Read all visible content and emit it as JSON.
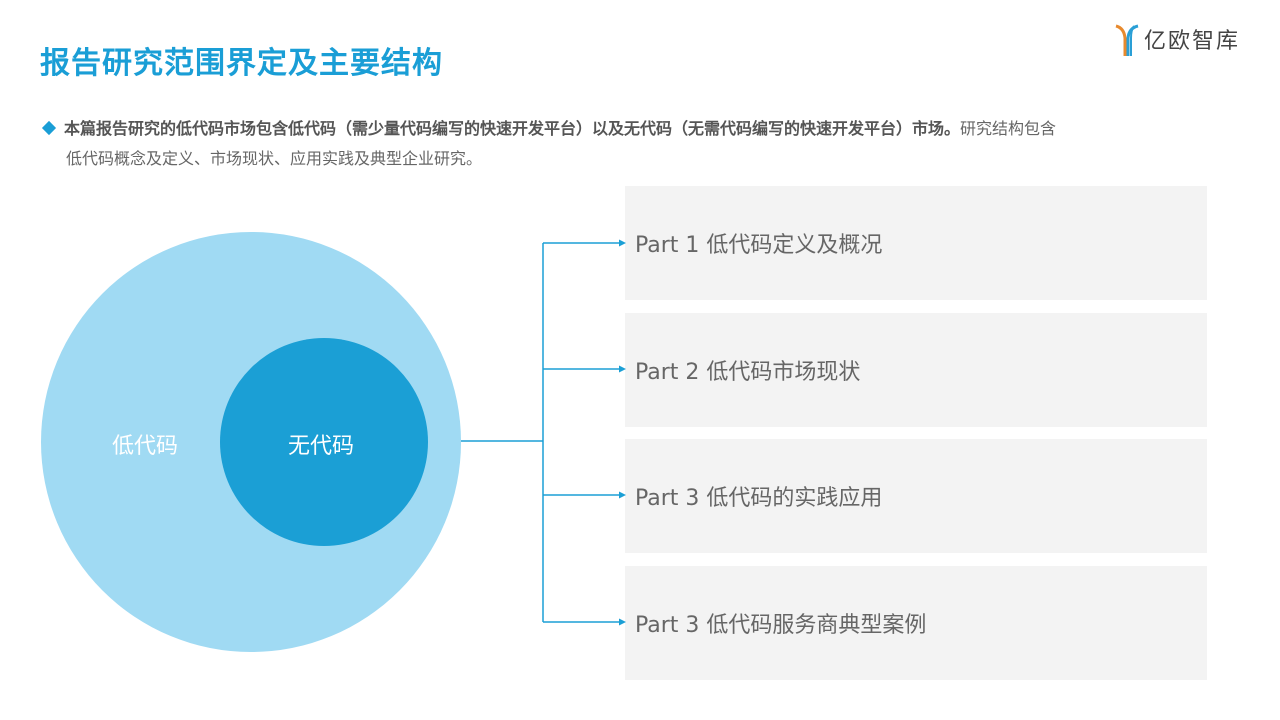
{
  "title": "报告研究范围界定及主要结构",
  "logo": {
    "text": "亿欧智库"
  },
  "intro": {
    "bold": "本篇报告研究的低代码市场包含低代码（需少量代码编写的快速开发平台）以及无代码（无需代码编写的快速开发平台）市场。",
    "rest_line1": "研究结构包含",
    "line2": "低代码概念及定义、市场现状、应用实践及典型企业研究。"
  },
  "diagram": {
    "outer_label": "低代码",
    "inner_label": "无代码"
  },
  "parts": [
    {
      "label": "Part 1 低代码定义及概况"
    },
    {
      "label": "Part 2 低代码市场现状"
    },
    {
      "label": "Part 3 低代码的实践应用"
    },
    {
      "label": "Part 3 低代码服务商典型案例"
    }
  ]
}
